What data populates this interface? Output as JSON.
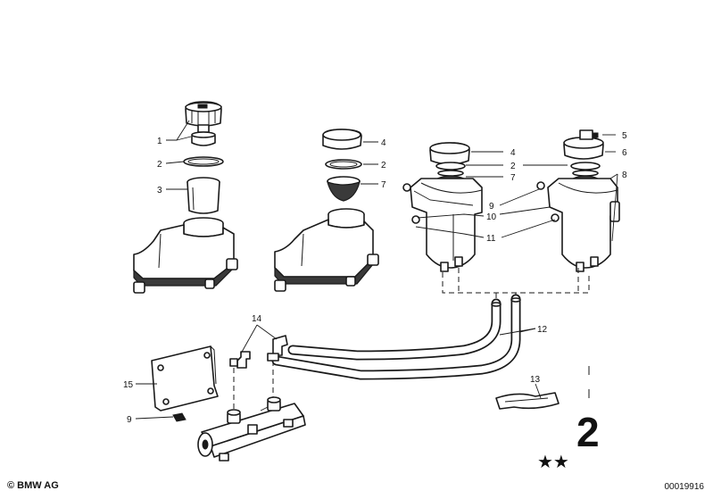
{
  "callouts": [
    {
      "id": "c1",
      "text": "1"
    },
    {
      "id": "c2a",
      "text": "2"
    },
    {
      "id": "c3",
      "text": "3"
    },
    {
      "id": "c4a",
      "text": "4"
    },
    {
      "id": "c2b",
      "text": "2"
    },
    {
      "id": "c7a",
      "text": "7"
    },
    {
      "id": "c4b",
      "text": "4"
    },
    {
      "id": "c2c",
      "text": "2"
    },
    {
      "id": "c7b",
      "text": "7"
    },
    {
      "id": "c5",
      "text": "5"
    },
    {
      "id": "c6",
      "text": "6"
    },
    {
      "id": "c8",
      "text": "8"
    },
    {
      "id": "c9a",
      "text": "9"
    },
    {
      "id": "c10",
      "text": "10"
    },
    {
      "id": "c11",
      "text": "11"
    },
    {
      "id": "c12",
      "text": "12"
    },
    {
      "id": "c13",
      "text": "13"
    },
    {
      "id": "c14",
      "text": "14"
    },
    {
      "id": "c15",
      "text": "15"
    },
    {
      "id": "c9b",
      "text": "9"
    }
  ],
  "corner_mark": {
    "digit": "2",
    "stars": "★★"
  },
  "footer": {
    "copyright": "© BMW AG",
    "doc_number": "00019916"
  },
  "colors": {
    "ink": "#1a1a1a",
    "background": "#ffffff"
  }
}
